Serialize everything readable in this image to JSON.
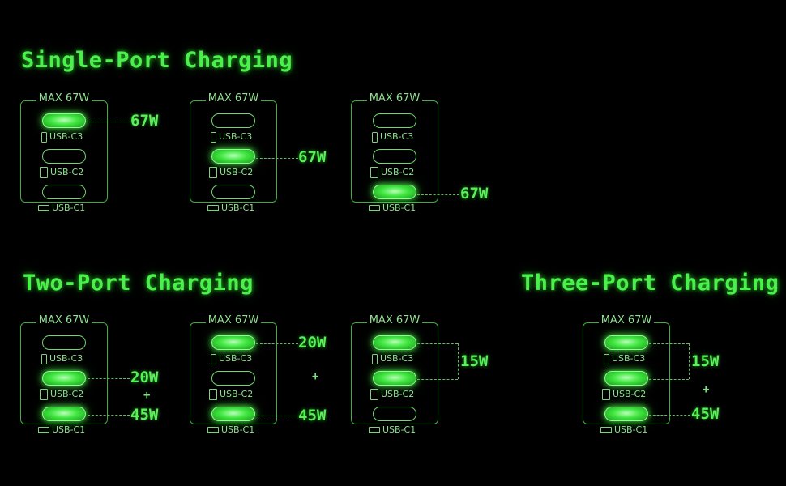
{
  "sections": {
    "single": {
      "title": "Single-Port Charging"
    },
    "two": {
      "title": "Two-Port Charging"
    },
    "three": {
      "title": "Three-Port Charging"
    }
  },
  "card": {
    "max_label": "MAX 67W",
    "ports": [
      {
        "label": "USB-C3",
        "icon": "phone-icon"
      },
      {
        "label": "USB-C2",
        "icon": "tablet-icon"
      },
      {
        "label": "USB-C1",
        "icon": "laptop-icon"
      }
    ]
  },
  "configs": [
    {
      "section": "single",
      "active": [
        "USB-C3"
      ],
      "power": [
        "67W"
      ]
    },
    {
      "section": "single",
      "active": [
        "USB-C2"
      ],
      "power": [
        "67W"
      ]
    },
    {
      "section": "single",
      "active": [
        "USB-C1"
      ],
      "power": [
        "67W"
      ]
    },
    {
      "section": "two",
      "active": [
        "USB-C2",
        "USB-C1"
      ],
      "power": [
        "20W",
        "+",
        "45W"
      ]
    },
    {
      "section": "two",
      "active": [
        "USB-C3",
        "USB-C1"
      ],
      "power": [
        "20W",
        "+",
        "45W"
      ]
    },
    {
      "section": "two",
      "active": [
        "USB-C3",
        "USB-C2"
      ],
      "power": [
        "15W"
      ]
    },
    {
      "section": "three",
      "active": [
        "USB-C3",
        "USB-C2",
        "USB-C1"
      ],
      "power": [
        "15W",
        "+",
        "45W"
      ]
    }
  ],
  "colors": {
    "accent": "#4cf04c",
    "background": "#000000",
    "frame": "#3fae3f"
  }
}
